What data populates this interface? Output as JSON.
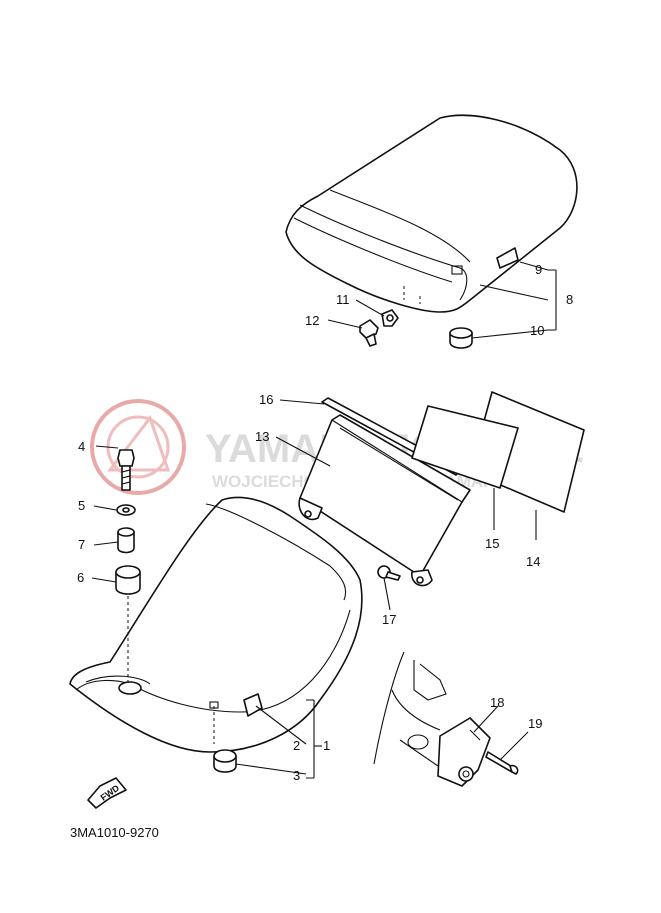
{
  "watermark": {
    "brand": "YAMAHA.JOLER.PL",
    "subtitle": "WOJCIECHOWICZ TUNING YAMAHA"
  },
  "callouts": {
    "c1": "1",
    "c2": "2",
    "c3": "3",
    "c4": "4",
    "c5": "5",
    "c6": "6",
    "c7": "7",
    "c8": "8",
    "c9": "9",
    "c10": "10",
    "c11": "11",
    "c12": "12",
    "c13": "13",
    "c14": "14",
    "c15": "15",
    "c16": "16",
    "c17": "17",
    "c18": "18",
    "c19": "19"
  },
  "fwd_marker": "FWD",
  "diagram_code": "3MA1010-9270",
  "colors": {
    "ink": "#111111",
    "watermark": "#d8d8d8",
    "logo": "#e8a0a0"
  }
}
